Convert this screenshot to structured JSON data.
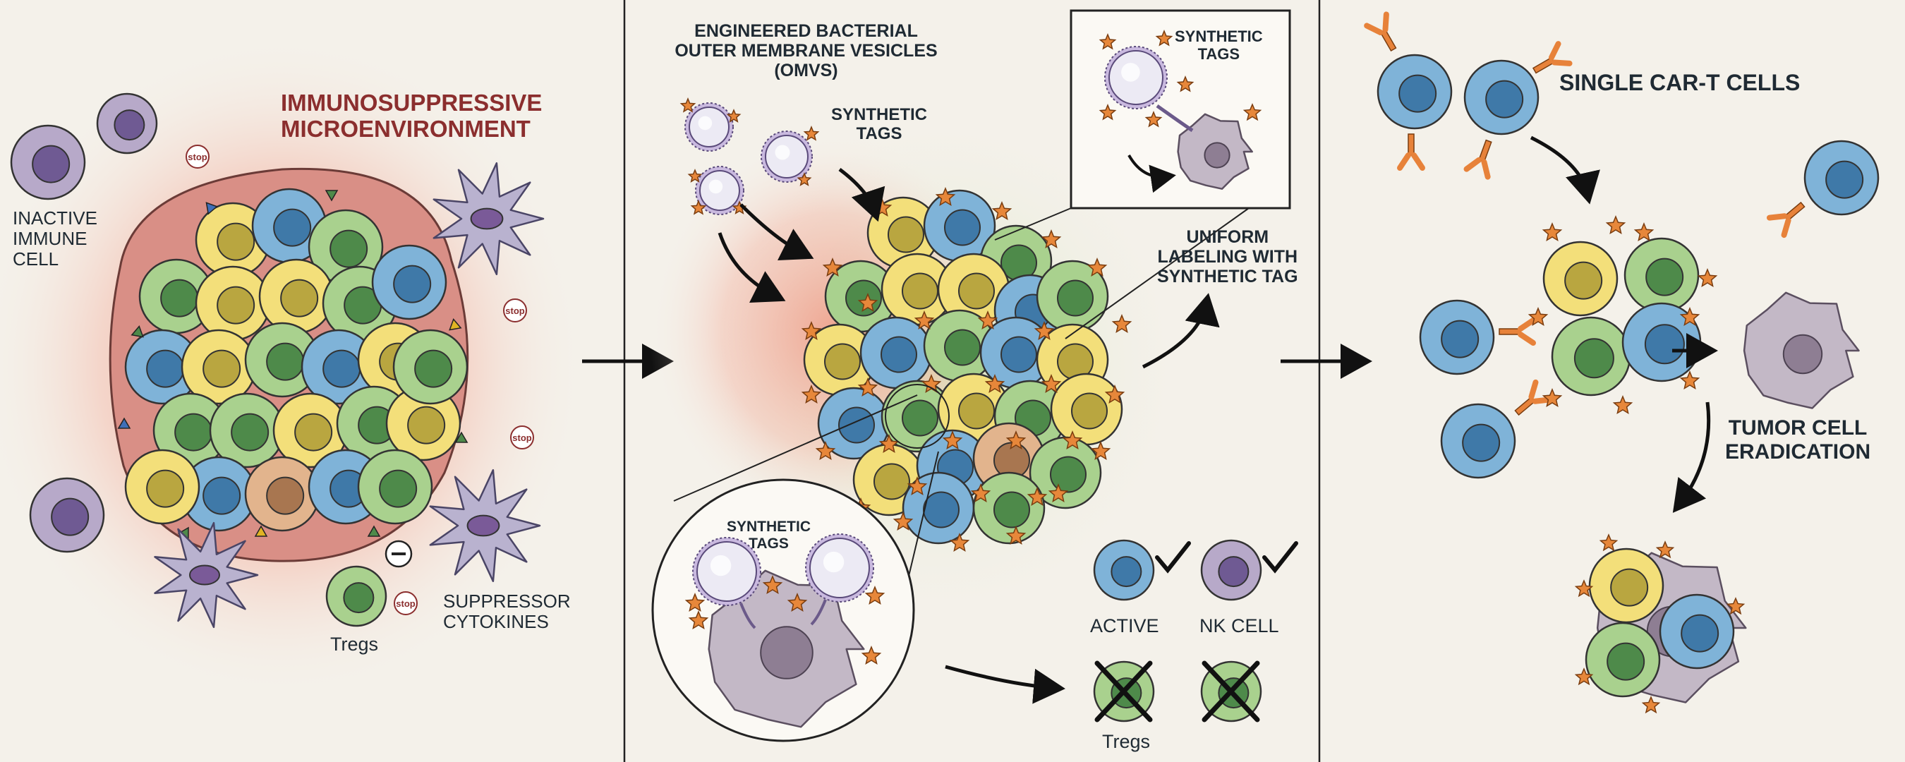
{
  "colors": {
    "background": "#f4f1ea",
    "cell_yellow": "#f3df7a",
    "cell_green": "#a9d18e",
    "cell_blue": "#7fb3d8",
    "cell_purple": "#b7a9c9",
    "star": "#e7873a",
    "receptor_orange": "#e7823a",
    "title_red": "#8b2e2e",
    "glow_red": "#f2a08c",
    "glow_green": "#cfe3b5"
  },
  "panel1": {
    "title": "IMMUNOSUPPRESSIVE\nMICROENVIRONMENT",
    "inactive_label": "INACTIVE\nIMMUNE\nCELL",
    "tregs_label": "Tregs",
    "cytokines_label": "SUPPRESSOR\nCYTOKINES",
    "stop_text": "stop",
    "minus_text": "−"
  },
  "panel2": {
    "omv_title": "ENGINEERED BACTERIAL\nOUTER MEMBRANE VESICLES\n(OMVs)",
    "tags_label": "SYNTHETIC\nTAGS",
    "inset_tags_label": "SYNTHETIC\nTAGS",
    "zoom_tags_label": "SYNTHETIC\nTAGS",
    "uniform_label": "UNIFORM\nLABELING WITH\nSYNTHETIC TAG",
    "active_label": "ACTIVE",
    "nk_label": "NK CELL",
    "tregs_label": "Tregs"
  },
  "panel3": {
    "cart_title": "SINGLE CAR-T CELLS",
    "eradication_label": "TUMOR CELL\nERADICATION"
  }
}
